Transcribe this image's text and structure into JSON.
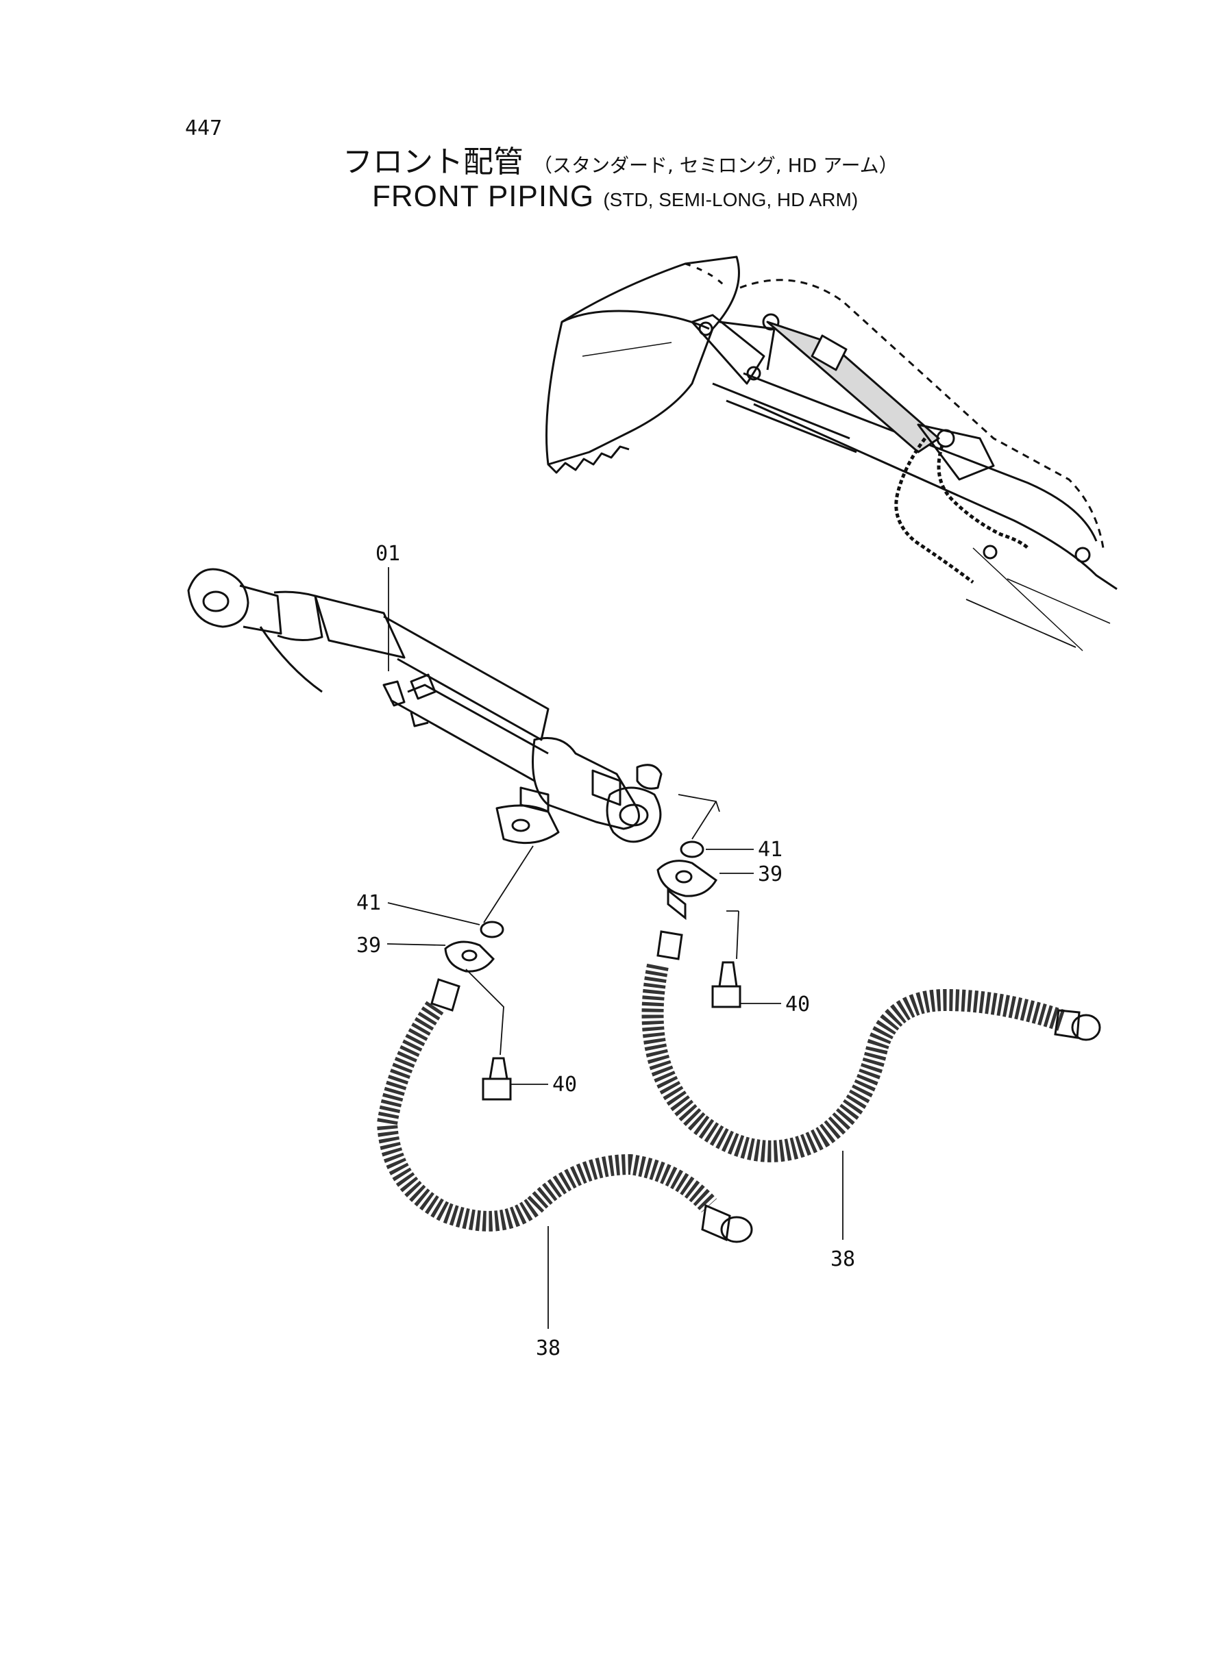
{
  "page_number": "447",
  "title": {
    "japanese": "フロント配管",
    "japanese_sub": "（スタンダード, セミロング, HD アーム）",
    "english": "FRONT PIPING",
    "english_sub": "(STD, SEMI-LONG, HD ARM)"
  },
  "callouts": {
    "cylinder": "01",
    "hose_left": "38",
    "hose_right": "38",
    "flange_left": "39",
    "flange_right": "39",
    "bolt_left": "40",
    "bolt_right": "40",
    "oring_left": "41",
    "oring_right": "41"
  }
}
